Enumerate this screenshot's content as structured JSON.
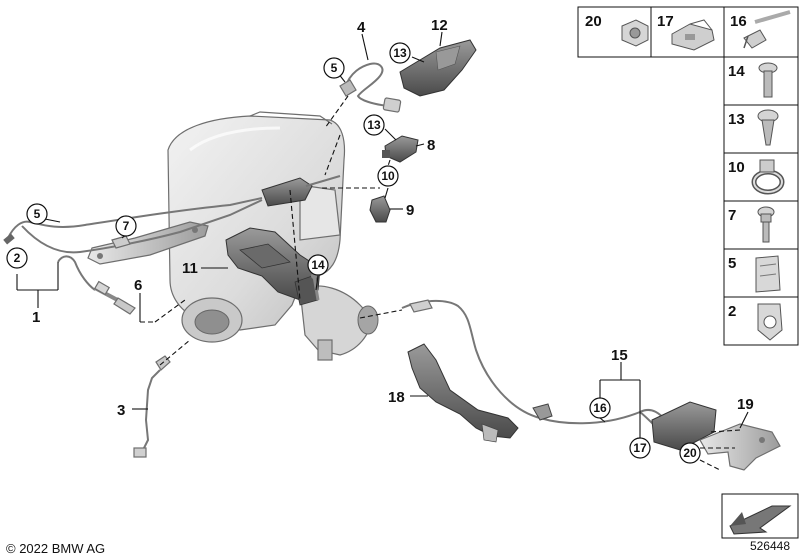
{
  "callouts": {
    "c1": "1",
    "c2": "2",
    "c3": "3",
    "c4": "4",
    "c5a": "5",
    "c5b": "5",
    "c6": "6",
    "c7": "7",
    "c8": "8",
    "c9": "9",
    "c10": "10",
    "c11": "11",
    "c12": "12",
    "c13a": "13",
    "c13b": "13",
    "c14": "14",
    "c15": "15",
    "c16": "16",
    "c17": "17",
    "c18": "18",
    "c19": "19",
    "c20": "20"
  },
  "legend": {
    "top": [
      "20",
      "17",
      "16"
    ],
    "side": [
      "14",
      "13",
      "10",
      "7",
      "5",
      "2"
    ]
  },
  "footer": {
    "copyright": "© 2022 BMW AG",
    "doc_number": "526448"
  }
}
